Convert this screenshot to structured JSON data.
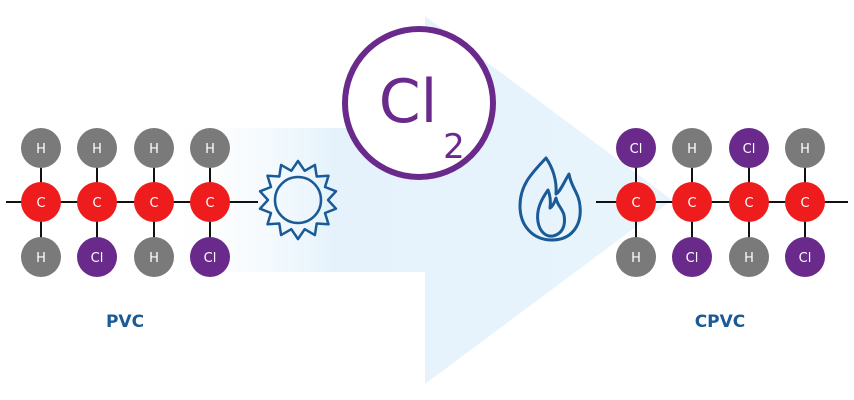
{
  "atoms": {
    "carbon": "C",
    "hydrogen": "H",
    "chlorine": "Cl"
  },
  "colors": {
    "carbon": "#ee1c1c",
    "hydrogen": "#7a7a7a",
    "chlorine": "#6a2a8c",
    "accent": "#1a5a96",
    "arrow": "#dff0fb"
  },
  "pvc": {
    "label": "PVC",
    "top": [
      "H",
      "H",
      "H",
      "H"
    ],
    "bottom": [
      "H",
      "Cl",
      "H",
      "Cl"
    ]
  },
  "cpvc": {
    "label": "CPVC",
    "top": [
      "Cl",
      "H",
      "Cl",
      "H"
    ],
    "bottom": [
      "H",
      "Cl",
      "H",
      "Cl"
    ]
  },
  "reagent": {
    "symbol": "Cl",
    "subscript": "2"
  },
  "icons": {
    "left": "sun-icon",
    "right": "flame-icon"
  }
}
